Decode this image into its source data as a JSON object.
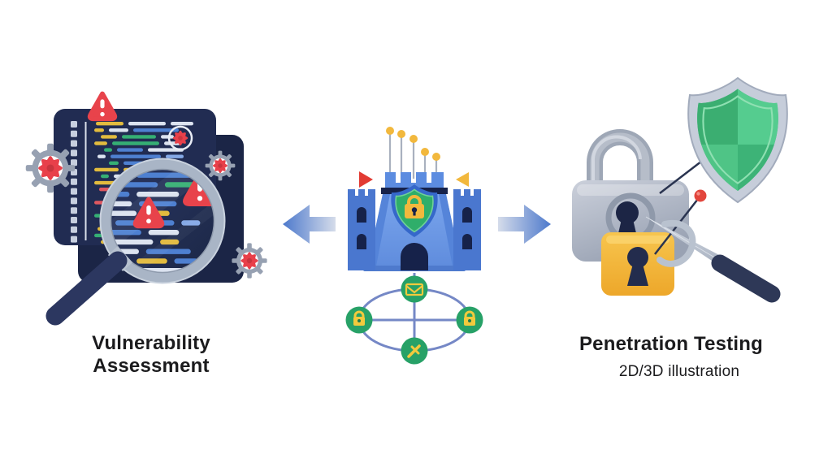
{
  "labels": {
    "vulnerability": "Vulnerability Assessment",
    "penetration": "Penetration Testing",
    "subtitle": "2D/3D illustration"
  },
  "colors": {
    "bg": "#ffffff",
    "text": "#1b1b1d",
    "panel-navy": "#212C52",
    "panel-navy-back": "#1B2546",
    "gutter": "#C7CFDF",
    "code-yellow": "#E2BB3E",
    "code-white": "#DCE3F0",
    "code-green": "#35AF74",
    "code-blue": "#4E80D1",
    "code-lightblue": "#85A9E6",
    "code-red": "#DF5860",
    "warn-red": "#E8434B",
    "gear-gray": "#97A1B2",
    "virus-red": "#E8404A",
    "rim-gray": "#A9B5C6",
    "handle-navy": "#2C3760",
    "arrow-blue": "#4D79CC",
    "arrow-pale": "#D5DCEA",
    "castle-blue": "#6C9AE8",
    "castle-mid": "#5C8CE0",
    "castle-tower": "#4A77CF",
    "castle-dark": "#16224A",
    "shield-blue": "#3568CA",
    "shield-green": "#2FAE6A",
    "gold": "#F2B83D",
    "flag-red": "#E23B33",
    "net-line": "#7588C6",
    "node-green": "#27A167",
    "node-yellow": "#F2CA3D",
    "lock-gray": "#A3ACBB",
    "lock-gray-light": "#CBD0DB",
    "lock-yellow": "#F3B93B",
    "keyhole-navy": "#1C2545",
    "shield-silver": "#C6CDDA",
    "shield-green2": "#44BE7E",
    "blade-silver": "#C3CAD6",
    "sword-navy": "#2E3857",
    "needle-navy": "#2A3450",
    "ball-red": "#E2453C"
  },
  "code_lines": [
    [
      2,
      [
        "y34",
        "w46",
        "w28"
      ]
    ],
    [
      0,
      [
        "y12",
        "w24",
        "b56"
      ]
    ],
    [
      8,
      [
        "y20",
        "g42",
        "w16"
      ]
    ],
    [
      0,
      [
        "y16",
        "g58",
        "w20"
      ]
    ],
    [
      12,
      [
        "g10",
        "b32",
        "w44"
      ]
    ],
    [
      4,
      [
        "w10",
        "b62",
        "l22"
      ]
    ],
    [
      18,
      [
        "g12",
        "b26",
        "w32"
      ]
    ],
    [
      0,
      [
        "y30",
        "y16",
        "b40"
      ]
    ],
    [
      8,
      [
        "g10",
        "w44",
        "b28"
      ]
    ],
    [
      0,
      [
        "y34",
        "g22",
        "w42"
      ]
    ],
    [
      6,
      [
        "r18",
        "w26",
        "b46"
      ]
    ],
    [
      14,
      [
        "g10",
        "b50",
        "g26"
      ]
    ],
    [
      0,
      [
        "r14",
        "b36",
        "w36"
      ]
    ],
    [
      8,
      [
        "y26",
        "w18",
        "b32"
      ]
    ],
    [
      0,
      [
        "g16",
        "w40",
        "y22"
      ]
    ],
    [
      12,
      [
        "w26",
        "b50",
        "l16"
      ]
    ],
    [
      4,
      [
        "y20",
        "b36",
        "w26"
      ]
    ],
    [
      0,
      [
        "g24",
        "w46",
        "y16"
      ]
    ],
    [
      8,
      [
        "y28",
        "w22",
        "b38"
      ]
    ],
    [
      26,
      [
        "w30",
        "y26",
        "b20"
      ]
    ],
    [
      34,
      [
        "g18",
        "w44"
      ]
    ],
    [
      22,
      [
        "y22",
        "w28",
        "g18"
      ]
    ]
  ],
  "network": {
    "nodes": [
      {
        "position": "top",
        "icon": "email"
      },
      {
        "position": "left",
        "icon": "padlock"
      },
      {
        "position": "right",
        "icon": "padlock"
      },
      {
        "position": "bottom",
        "icon": "sword"
      }
    ]
  }
}
